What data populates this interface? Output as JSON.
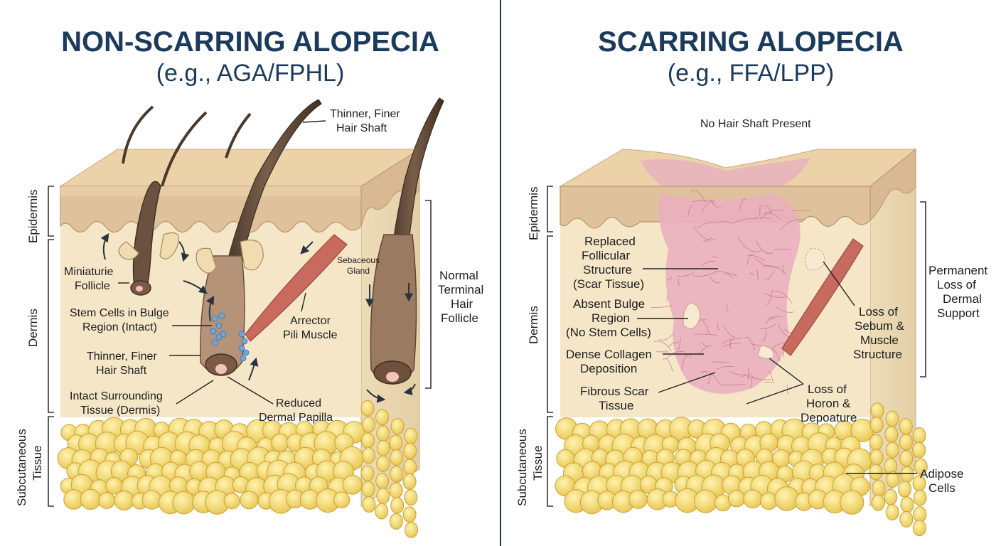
{
  "left_panel": {
    "title": "NON-SCARRING ALOPECIA",
    "subtitle": "(e.g., AGA/FPHL)",
    "layers": {
      "epidermis": "Epidermis",
      "dermis": "Dermis",
      "subcutaneous": "Subcutaneous Tissue"
    },
    "labels": {
      "thinner_top": [
        "Thinner, Finer",
        "Hair Shaft"
      ],
      "miniature": [
        "Miniaturie",
        "Follicle"
      ],
      "stem_cells": [
        "Stem Cells in Bulge",
        "Region (Intact)"
      ],
      "thinner_mid": [
        "Thinner, Finer",
        "Hair Shaft"
      ],
      "intact_tissue": [
        "Intact Surrounding",
        "Tissue (Dermis)"
      ],
      "sebaceous": [
        "Sebaceous",
        "Gland"
      ],
      "arrector": [
        "Arrector",
        "Pili Muscle"
      ],
      "reduced_papilla": [
        "Reduced",
        "Dermal Papilla"
      ],
      "normal_follicle": [
        "Normal",
        "Terminal",
        "Hair",
        "Follicle"
      ]
    }
  },
  "right_panel": {
    "title": "SCARRING ALOPECIA",
    "subtitle": "(e.g., FFA/LPP)",
    "layers": {
      "epidermis": "Epidermis",
      "dermis": "Dermis",
      "subcutaneous": "Subcutaneous Tissue"
    },
    "labels": {
      "no_shaft": "No Hair Shaft Present",
      "replaced": [
        "Replaced",
        "Follicular",
        "Structure",
        "(Scar Tissue)"
      ],
      "absent_bulge": [
        "Absent Bulge",
        "Region",
        "(No Stem Cells)"
      ],
      "dense_collagen": [
        "Dense Collagen",
        "Deposition"
      ],
      "fibrous_scar": [
        "Fibrous Scar",
        "Tissue"
      ],
      "loss_sebum": [
        "Loss of",
        "Sebum &",
        "Muscle",
        "Structure"
      ],
      "loss_horon": [
        "Loss of",
        "Horon &",
        "Depoature"
      ],
      "permanent_loss": [
        "Permanent",
        "Loss of",
        "Dermal",
        "Support"
      ],
      "adipose": [
        "Adipose",
        "Cells"
      ]
    }
  },
  "colors": {
    "title": "#1b3a5c",
    "epidermis": "#e9c9a0",
    "dermis": "#f5e6c8",
    "fat": "#f2d66a",
    "scar": "#e8a5b8",
    "hair": "#5a4535",
    "muscle": "#c86a5e",
    "stem": "#6fa6d8"
  }
}
